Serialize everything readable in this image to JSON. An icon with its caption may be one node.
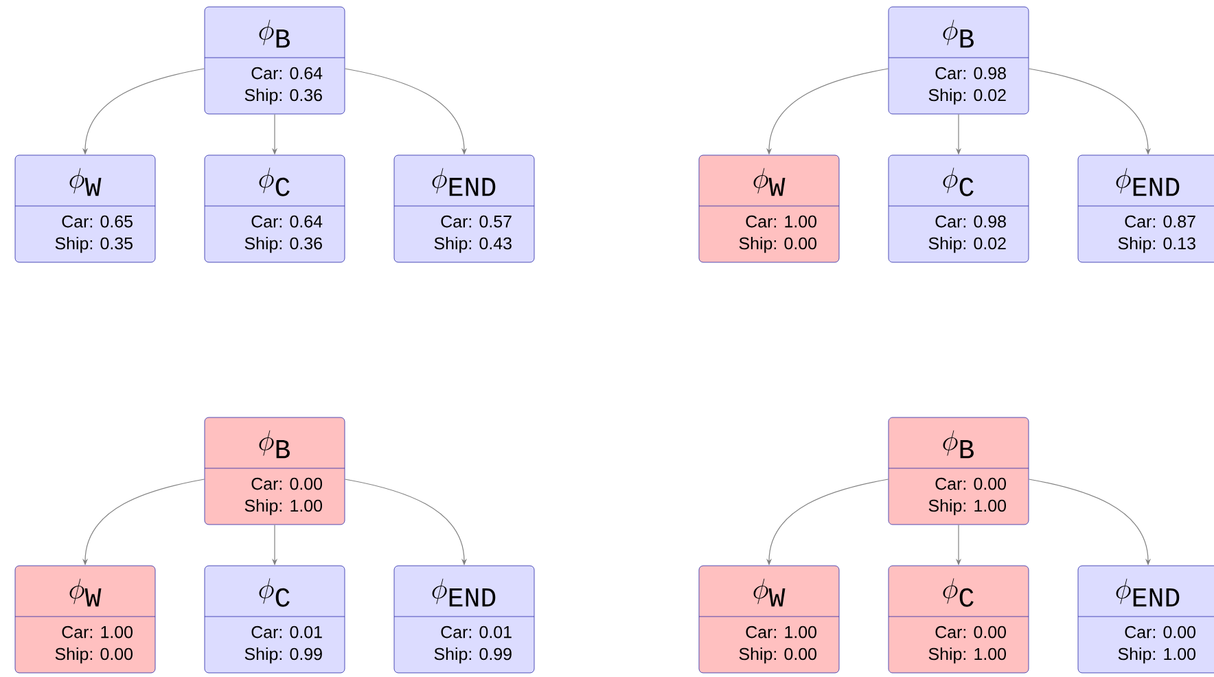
{
  "diagram": {
    "nodes": [
      {
        "text": [
          "\\phi_{\\texttt{B}}",
          "Car: 0.64 Ship: 0.36"
        ]
      },
      {
        "text": [
          "\\phi_{\\texttt{W}}",
          "Car: 0.65 Ship: 0.35"
        ]
      },
      {
        "text": [
          "\\phi_{\\texttt{C}}",
          "Car: 0.64 Ship: 0.36"
        ]
      },
      {
        "text": [
          "\\phi_{\\texttt{END}}",
          "Car: 0.57 Ship: 0.43"
        ]
      },
      {
        "text": [
          "\\phi_{\\texttt{B}}",
          "Car: 0.98 Ship: 0.02"
        ]
      },
      {
        "text": [
          "\\phi_{\\texttt{W}}",
          "Car: 1.00 Ship: 0.00"
        ]
      },
      {
        "text": [
          "\\phi_{\\texttt{C}}",
          "Car: 0.98 Ship: 0.02"
        ]
      },
      {
        "text": [
          "\\phi_{\\texttt{END}}",
          "Car: 0.87 Ship: 0.13"
        ]
      },
      {
        "text": [
          "\\phi_{\\texttt{B}}",
          "Car: 0.00 Ship: 1.00"
        ]
      },
      {
        "text": [
          "\\phi_{\\texttt{W}}",
          "Car: 1.00 Ship: 0.00"
        ]
      },
      {
        "text": [
          "\\phi_{\\texttt{C}}",
          "Car: 0.01 Ship: 0.99"
        ]
      },
      {
        "text": [
          "\\phi_{\\texttt{END}}",
          "Car: 0.01 Ship: 0.99"
        ]
      },
      {
        "text": [
          "\\phi_{\\texttt{B}}",
          "Car: 0.00 Ship: 1.00"
        ]
      },
      {
        "text": [
          "\\phi_{\\texttt{W}}",
          "Car: 1.00 Ship: 0.00"
        ]
      },
      {
        "text": [
          "\\phi_{\\texttt{C}}",
          "Car: 0.00 Ship: 1.00"
        ]
      },
      {
        "text": [
          "\\phi_{\\texttt{END}}",
          "Car: 0.00 Ship: 1.00"
        ]
      }
    ],
    "edges": [
      {
        "from": 0,
        "to": 1,
        "arrow": "to"
      },
      {
        "from": 0,
        "to": 2,
        "arrow": "to"
      },
      {
        "from": 0,
        "to": 3,
        "arrow": "to"
      },
      {
        "from": 4,
        "to": 5,
        "arrow": "to"
      },
      {
        "from": 4,
        "to": 6,
        "arrow": "to"
      },
      {
        "from": 4,
        "to": 7,
        "arrow": "to"
      },
      {
        "from": 8,
        "to": 9,
        "arrow": "to"
      },
      {
        "from": 8,
        "to": 10,
        "arrow": "to"
      },
      {
        "from": 8,
        "to": 11,
        "arrow": "to"
      },
      {
        "from": 12,
        "to": 13,
        "arrow": "to"
      },
      {
        "from": 12,
        "to": 14,
        "arrow": "to"
      },
      {
        "from": 12,
        "to": 15,
        "arrow": "to"
      }
    ]
  }
}
